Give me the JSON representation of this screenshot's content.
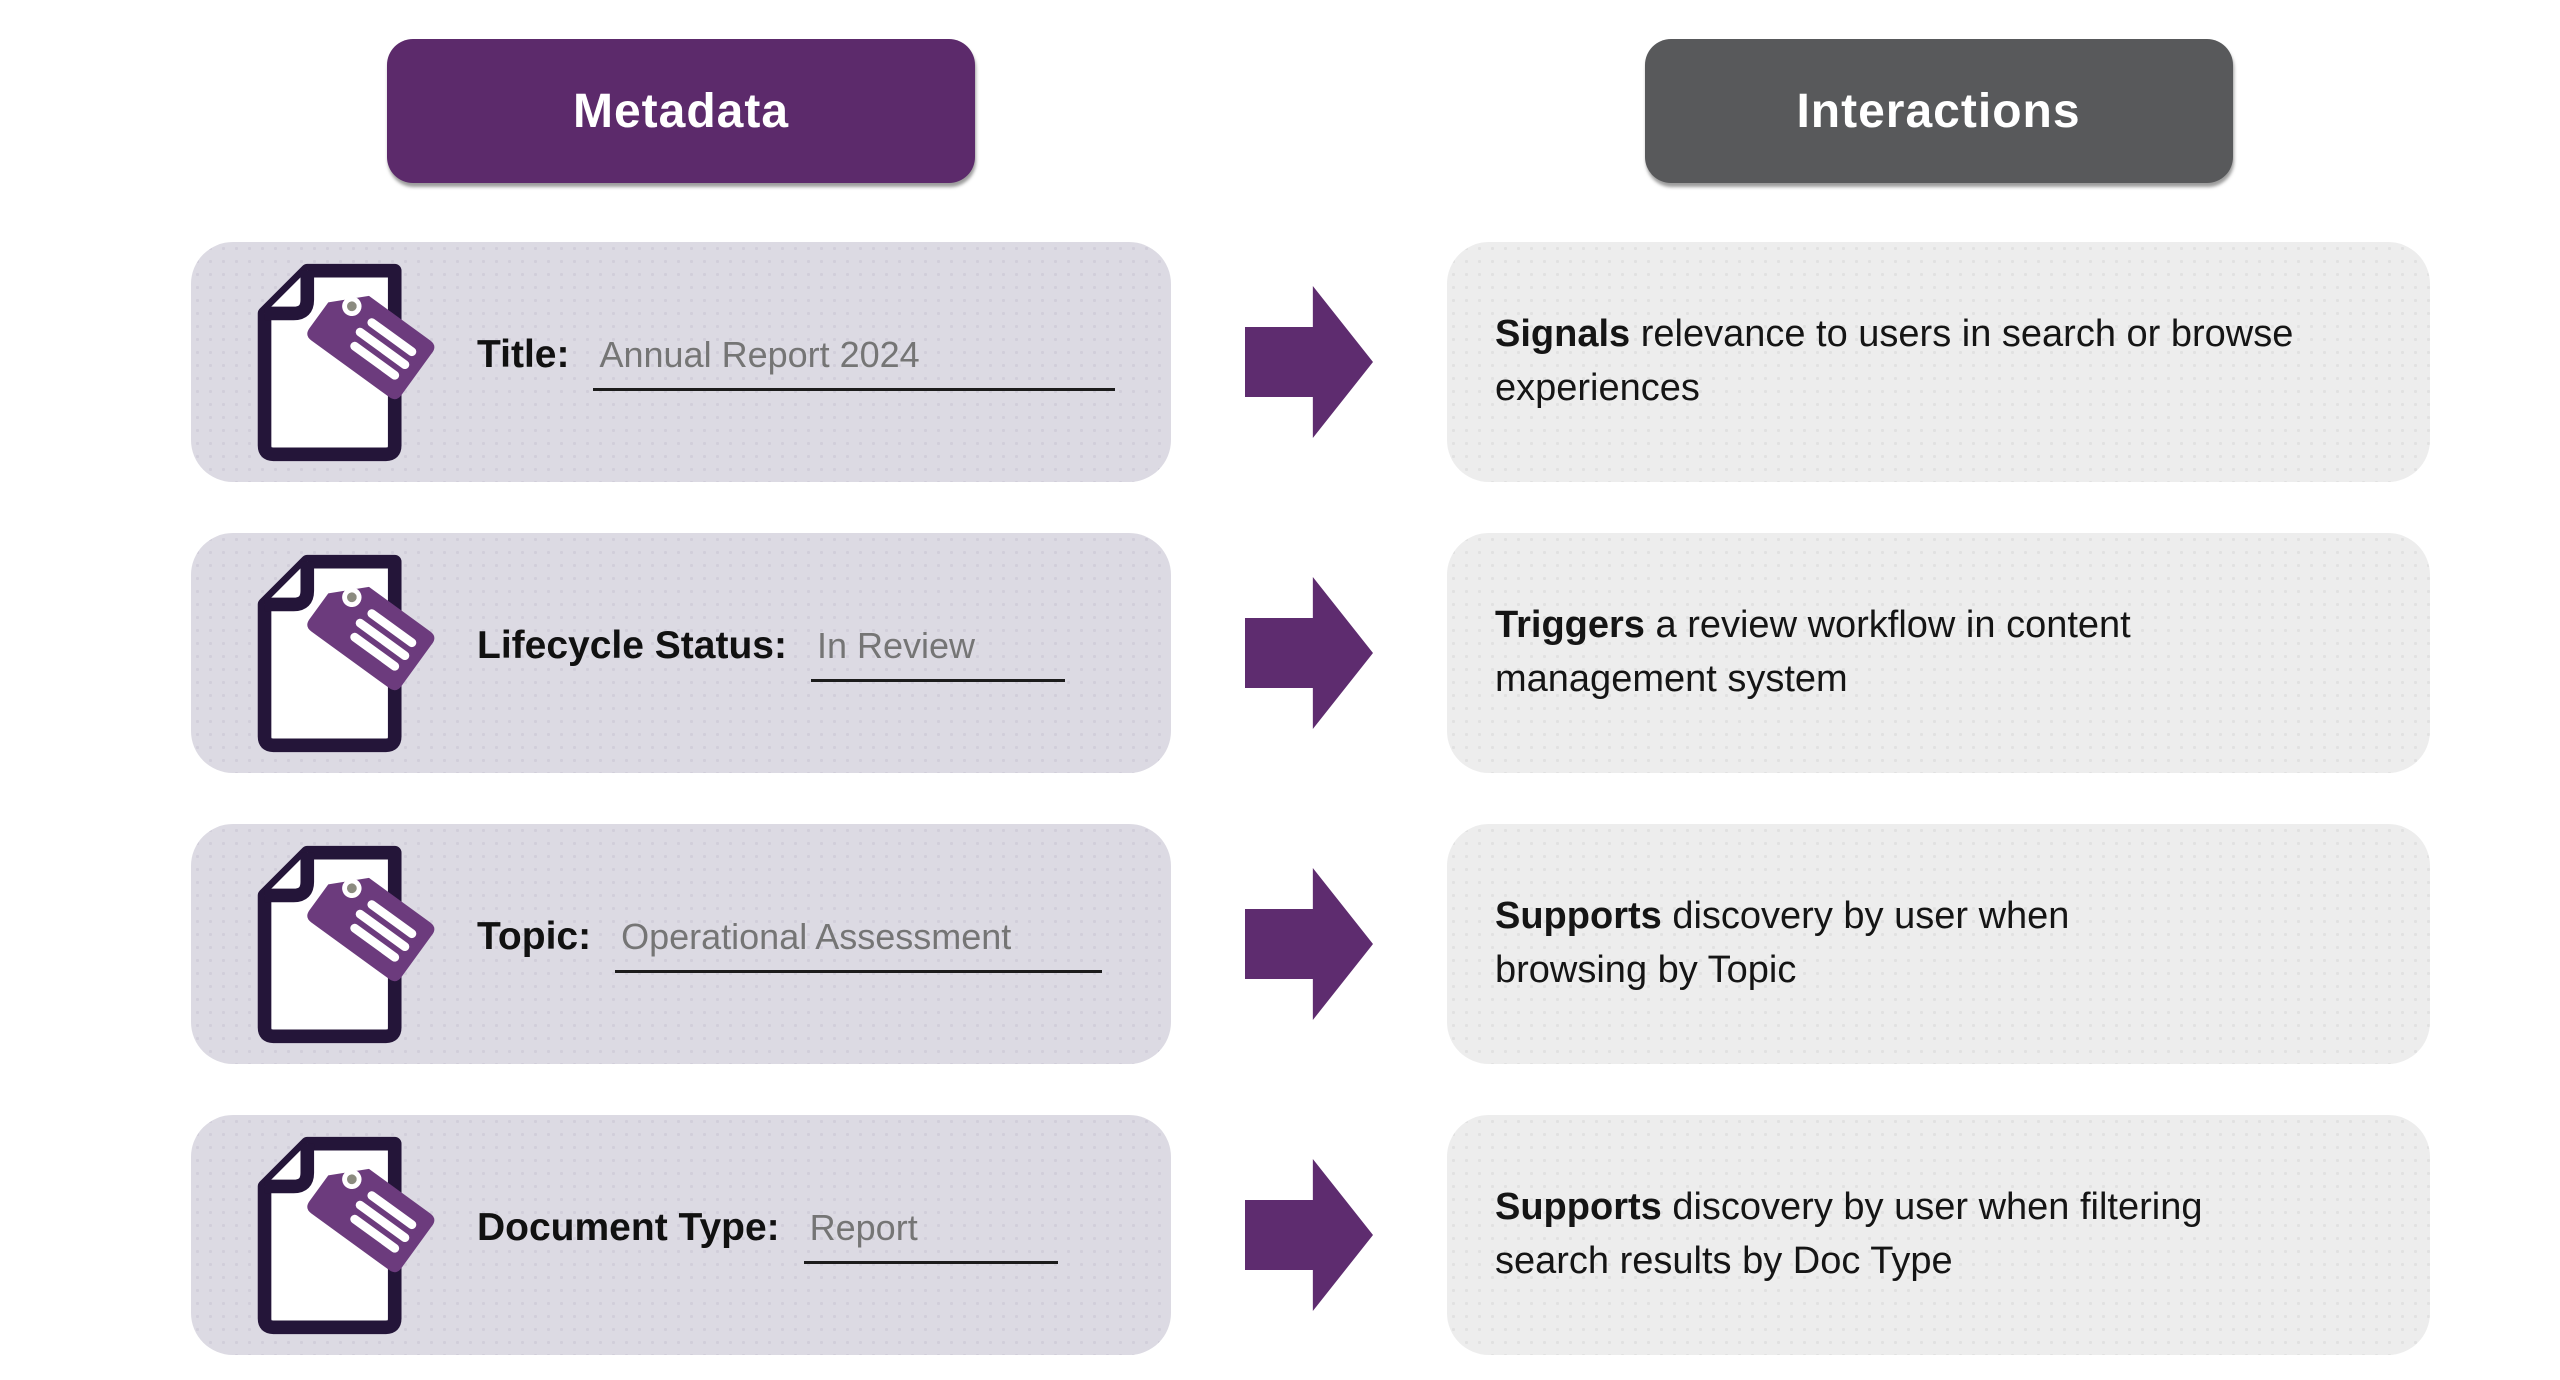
{
  "headers": {
    "metadata": "Metadata",
    "interactions": "Interactions"
  },
  "rows": [
    {
      "label": "Title:",
      "value": "Annual Report 2024",
      "interaction_bold": "Signals",
      "interaction_rest": " relevance to users in search or browse experiences"
    },
    {
      "label": "Lifecycle Status:",
      "value": "In Review",
      "interaction_bold": "Triggers",
      "interaction_rest": " a review workflow in content management system"
    },
    {
      "label": "Topic:",
      "value": "Operational Assessment",
      "interaction_bold": "Supports",
      "interaction_rest": " discovery by user when browsing by Topic"
    },
    {
      "label": "Document Type:",
      "value": "Report",
      "interaction_bold": "Supports",
      "interaction_rest": " discovery by user when filtering search results by Doc Type"
    }
  ],
  "icons": {
    "metadata_card_icon": "document-with-tag-icon",
    "row_connector": "right-arrow-icon"
  },
  "colors": {
    "purple": "#5c2a6b",
    "dark_gray": "#58595b",
    "metadata_card_bg": "#dcdae3",
    "interaction_card_bg": "#ededed",
    "arrow_purple": "#5e2c6f",
    "tag_purple": "#6c3b7d",
    "doc_outline": "#241539",
    "value_gray": "#757575",
    "underline": "#1c1c1c",
    "text_dark": "#151515"
  }
}
